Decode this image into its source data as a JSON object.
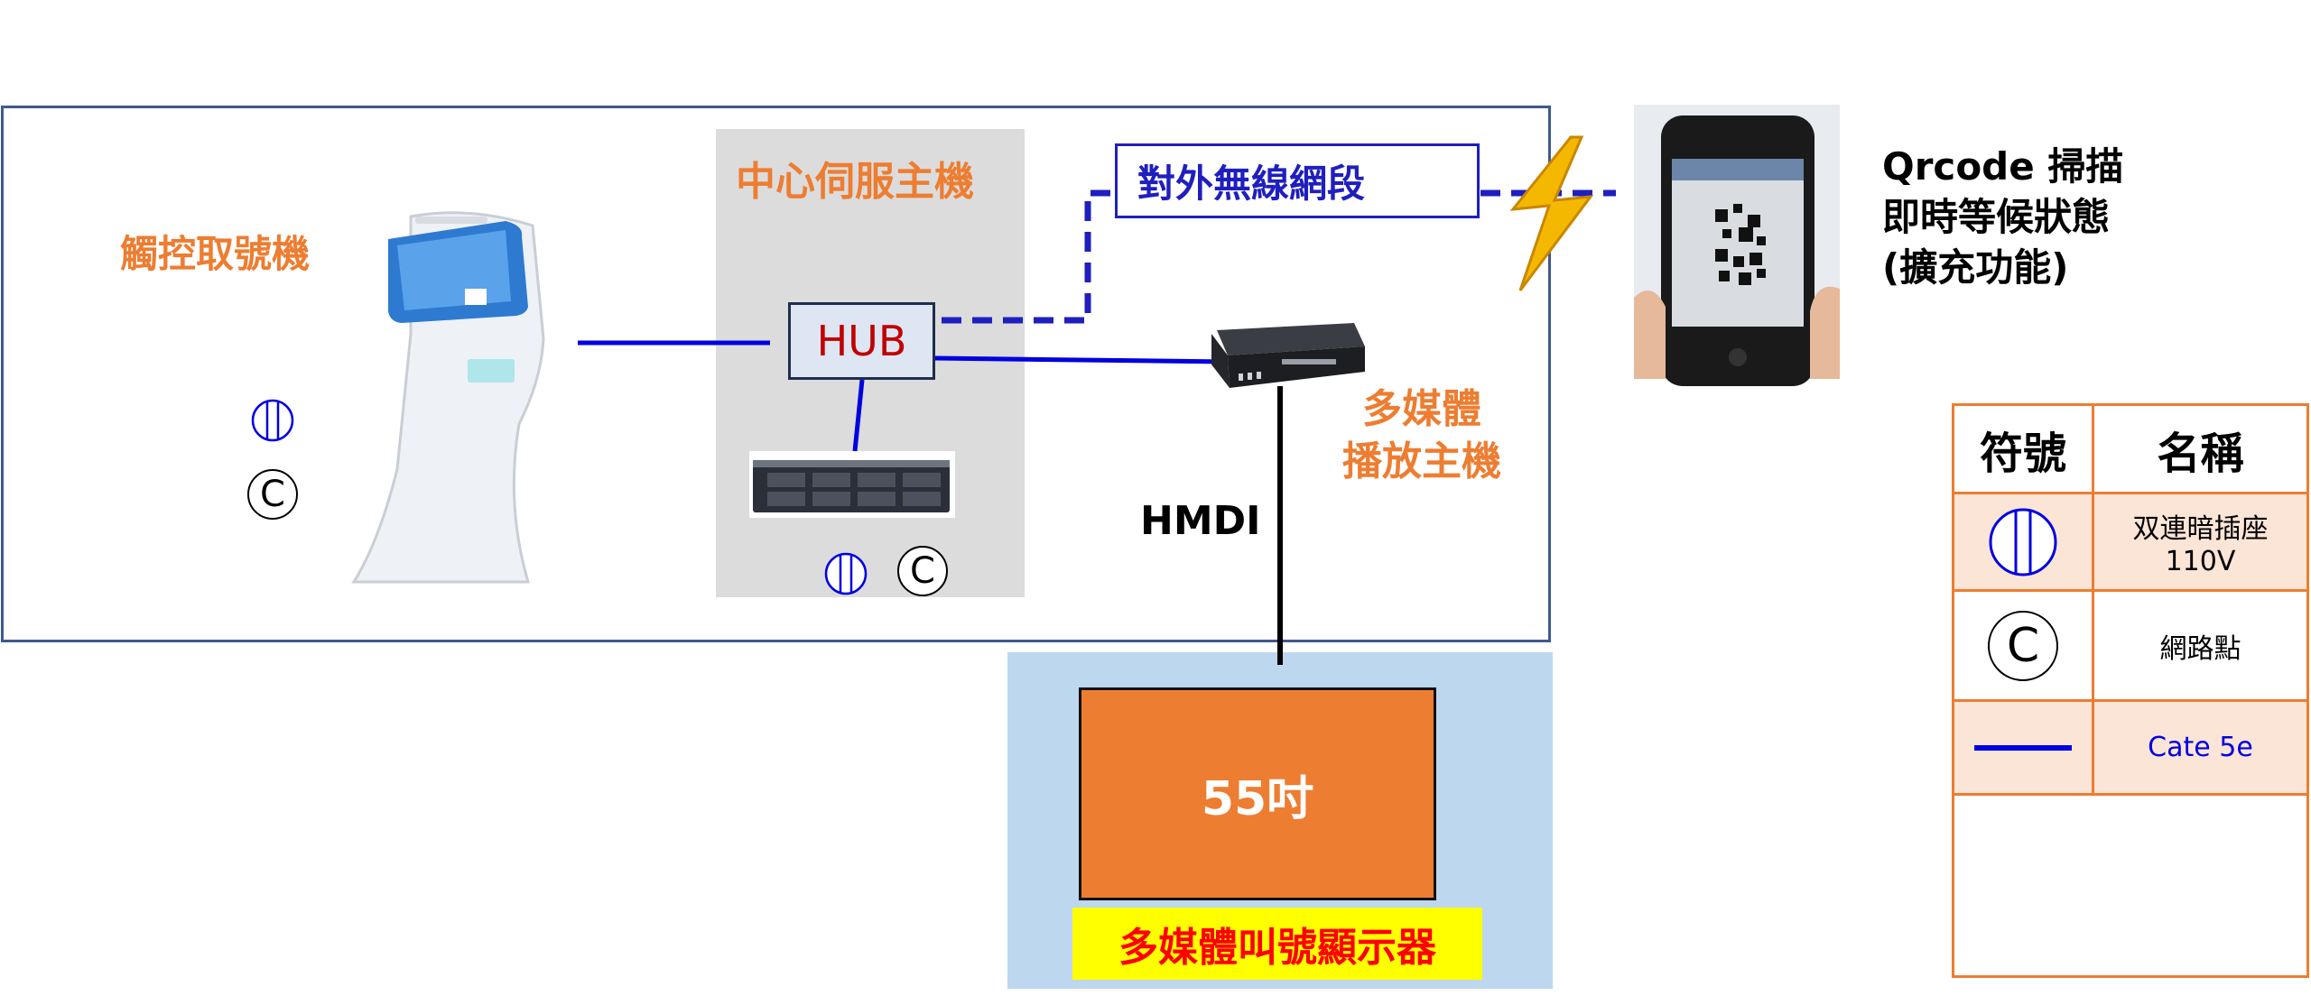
{
  "labels": {
    "kiosk": "觸控取號機",
    "server": "中心伺服主機",
    "hub": "HUB",
    "wan": "對外無線網段",
    "multimedia_line1": "多媒體",
    "multimedia_line2": "播放主機",
    "hmdi": "HMDI",
    "screen": "55吋",
    "screen_caption": "多媒體叫號顯示器",
    "qr_line1": "Qrcode 掃描",
    "qr_line2": "即時等候狀態",
    "qr_line3": "(擴充功能)"
  },
  "symbols": {
    "network_point": "C"
  },
  "legend": {
    "header_symbol": "符號",
    "header_name": "名稱",
    "outlet_name_line1": "双連暗插座",
    "outlet_name_line2": "110V",
    "network_name": "網路點",
    "cable_name": "Cate 5e"
  },
  "colors": {
    "cable": "#0000e0",
    "wireless": "#1f1fbf",
    "accent": "#ed7d31",
    "highlight": "#ffff00",
    "display_area": "#bdd7ee",
    "server_area": "#dcdcdc"
  }
}
